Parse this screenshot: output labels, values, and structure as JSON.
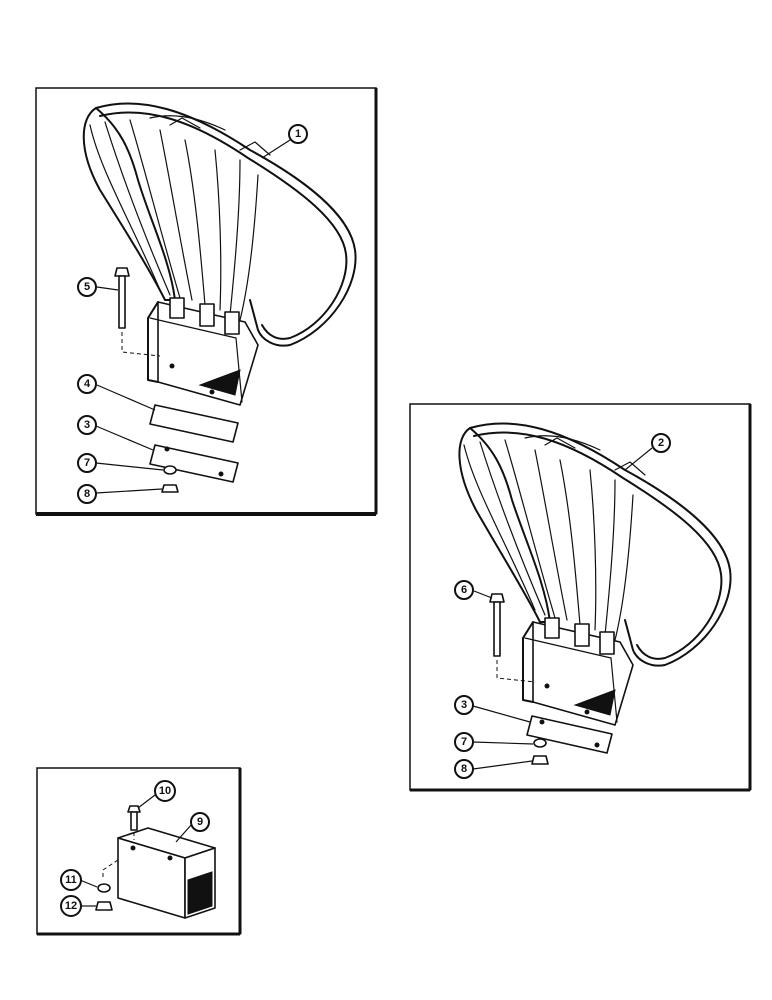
{
  "callouts": {
    "seat_a": "1",
    "seat_b": "2",
    "plate_a": "3",
    "plate_b": "3",
    "spacer": "4",
    "bolt_a": "5",
    "bolt_b": "6",
    "washer_a": "7",
    "washer_b": "7",
    "nut_a": "8",
    "nut_b": "8",
    "block": "9",
    "bolt_c": "10",
    "washer_c": "11",
    "nut_c": "12"
  }
}
